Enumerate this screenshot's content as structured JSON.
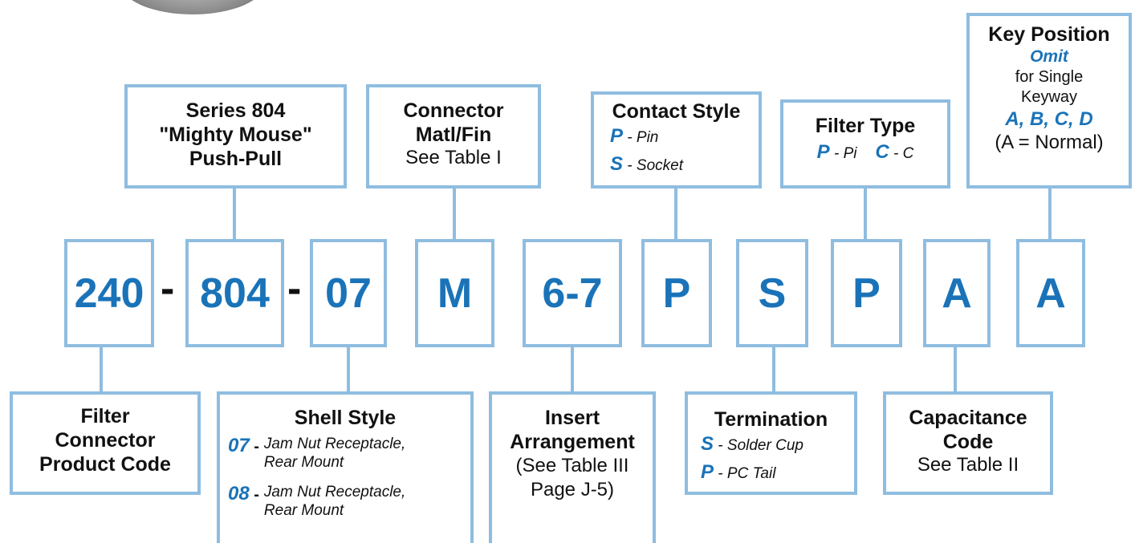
{
  "codes": {
    "c1": "240",
    "c2": "804",
    "c3": "07",
    "c4": "M",
    "c5": "6-7",
    "c6": "P",
    "c7": "S",
    "c8": "P",
    "c9": "A",
    "c10": "A",
    "dash": "-"
  },
  "series": {
    "line1": "Series 804",
    "line2": "\"Mighty Mouse\"",
    "line3": "Push-Pull"
  },
  "connector": {
    "line1": "Connector",
    "line2": "Matl/Fin",
    "line3": "See Table I"
  },
  "contact": {
    "title": "Contact Style",
    "opt1_code": "P",
    "opt1_desc": " - Pin",
    "opt2_code": "S",
    "opt2_desc": " - Socket"
  },
  "filter": {
    "title": "Filter Type",
    "opt1_code": "P",
    "opt1_desc": " - Pi",
    "opt2_code": "C",
    "opt2_desc": " - C"
  },
  "key": {
    "title": "Key Position",
    "omit": "Omit",
    "line2": "for Single",
    "line3": "Keyway",
    "options": "A, B, C, D",
    "note": "(A = Normal)"
  },
  "product": {
    "line1": "Filter",
    "line2": "Connector",
    "line3": "Product Code"
  },
  "shell": {
    "title": "Shell Style",
    "opt1_code": "07",
    "opt1_sep": " -",
    "opt1_desc_a": "Jam Nut Receptacle,",
    "opt1_desc_b": "Rear Mount",
    "opt2_code": "08",
    "opt2_sep": " -",
    "opt2_desc_a": "Jam Nut Receptacle,",
    "opt2_desc_b": "Rear Mount"
  },
  "insert": {
    "line1": "Insert",
    "line2": "Arrangement",
    "line3": "(See Table III",
    "line4": "Page J-5)"
  },
  "termination": {
    "title": "Termination",
    "opt1_code": "S",
    "opt1_desc": " - Solder Cup",
    "opt2_code": "P",
    "opt2_desc": " - PC Tail"
  },
  "capacitance": {
    "line1": "Capacitance",
    "line2": "Code",
    "line3": "See Table II"
  },
  "colors": {
    "accent": "#1a73b8",
    "border": "#8fbde0"
  }
}
